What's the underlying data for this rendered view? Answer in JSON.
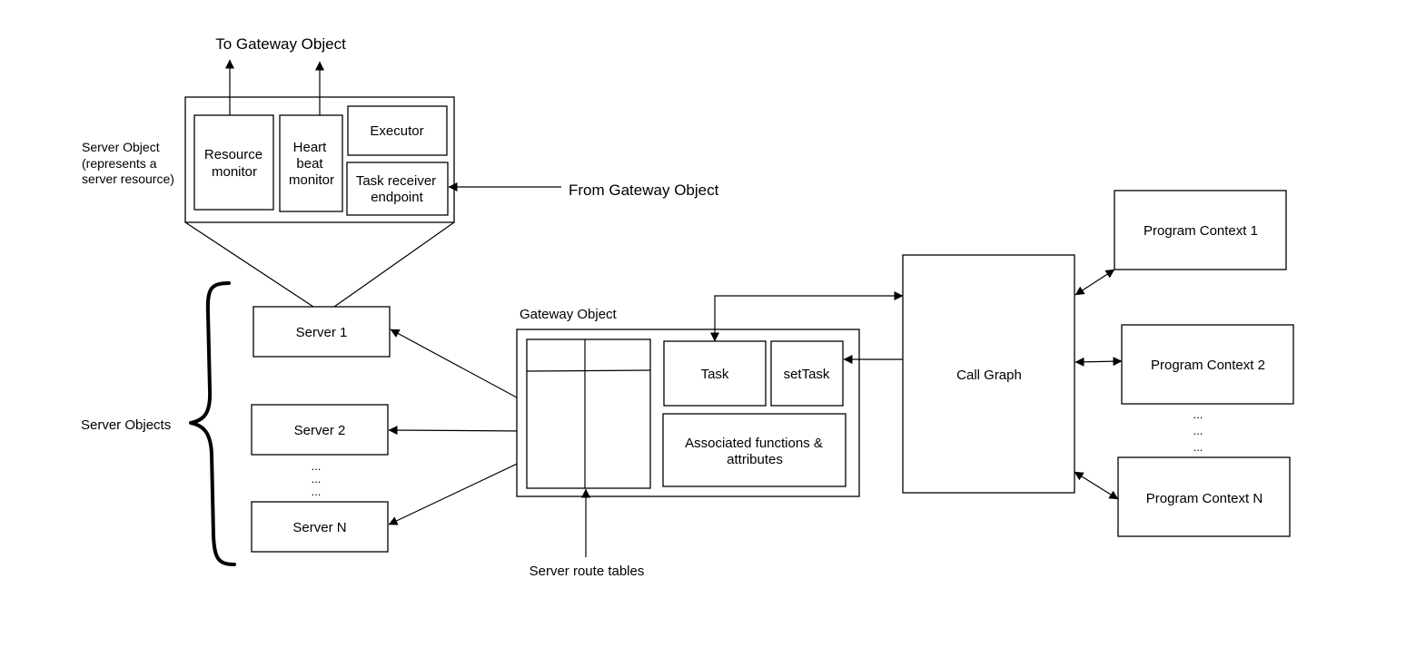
{
  "labels": {
    "to_gateway": "To Gateway Object",
    "from_gateway": "From Gateway Object",
    "server_object_line1": "Server Object",
    "server_object_line2": "(represents a",
    "server_object_line3": "server resource)",
    "resource_monitor_line1": "Resource",
    "resource_monitor_line2": "monitor",
    "heartbeat_line1": "Heart",
    "heartbeat_line2": "beat",
    "heartbeat_line3": "monitor",
    "executor": "Executor",
    "task_receiver_line1": "Task receiver",
    "task_receiver_line2": "endpoint",
    "server_objects": "Server Objects",
    "server_1": "Server 1",
    "server_2": "Server 2",
    "server_n": "Server N",
    "ellipsis": "...",
    "gateway_object": "Gateway Object",
    "task": "Task",
    "set_task": "setTask",
    "assoc_line1": "Associated functions &",
    "assoc_line2": "attributes",
    "server_route_tables": "Server route tables",
    "call_graph": "Call Graph",
    "program_context_1": "Program Context 1",
    "program_context_2": "Program Context 2",
    "program_context_n": "Program Context N"
  }
}
